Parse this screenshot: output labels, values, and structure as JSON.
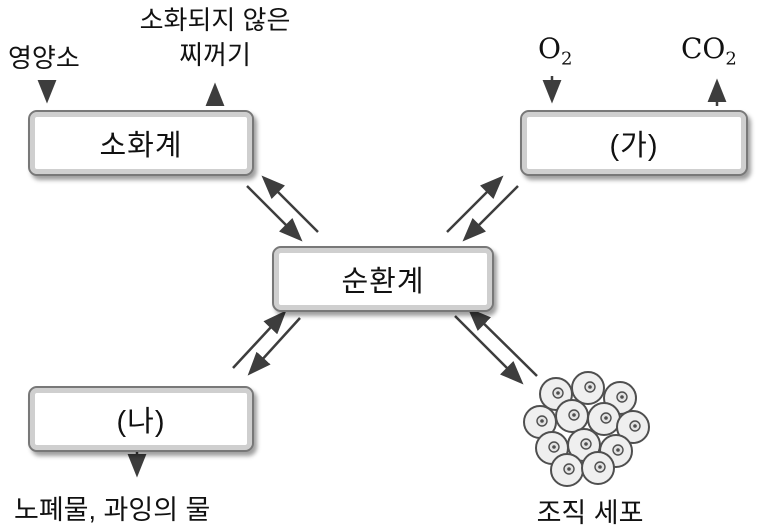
{
  "boxes": {
    "digestive": {
      "label": "소화계"
    },
    "ga": {
      "label": "(가)"
    },
    "circulatory": {
      "label": "순환계"
    },
    "na": {
      "label": "(나)"
    }
  },
  "labels": {
    "nutrients": "영양소",
    "residue": {
      "line1": "소화되지 않은",
      "line2": "찌꺼기"
    },
    "o2": {
      "base": "O",
      "sub": "2"
    },
    "co2": {
      "base": "CO",
      "sub": "2"
    },
    "waste": "노폐물, 과잉의 물",
    "tissue_cells": "조직 세포"
  },
  "colors": {
    "arrow": "#3d3d3d",
    "box-border": "#787878",
    "box-band": "#cfcfcf",
    "text": "#111111"
  }
}
